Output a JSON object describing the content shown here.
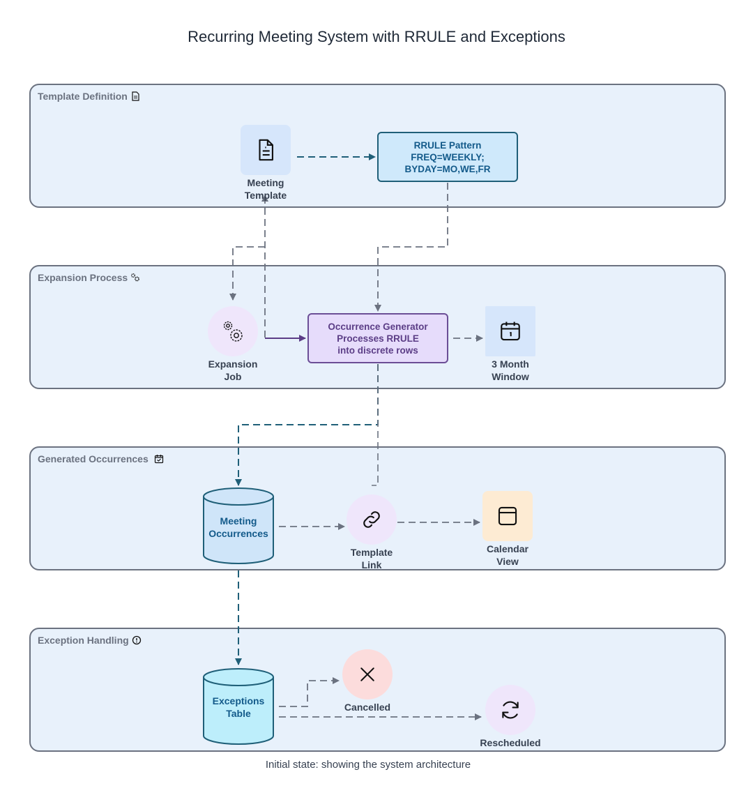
{
  "title": "Recurring Meeting System with RRULE and Exceptions",
  "caption": "Initial state: showing the system architecture",
  "groups": {
    "template": "Template Definition",
    "expansion": "Expansion Process",
    "occurrences": "Generated Occurrences",
    "exceptions": "Exception Handling"
  },
  "nodes": {
    "meeting_template": {
      "line1": "Meeting",
      "line2": "Template"
    },
    "rrule": {
      "line1": "RRULE Pattern",
      "line2": "FREQ=WEEKLY;",
      "line3": "BYDAY=MO,WE,FR"
    },
    "expansion_job": {
      "line1": "Expansion",
      "line2": "Job"
    },
    "generator": {
      "line1": "Occurrence Generator",
      "line2": "Processes RRULE",
      "line3": "into discrete rows"
    },
    "window": {
      "line1": "3 Month",
      "line2": "Window"
    },
    "meeting_occurrences": {
      "line1": "Meeting",
      "line2": "Occurrences"
    },
    "template_link": {
      "line1": "Template",
      "line2": "Link"
    },
    "calendar_view": {
      "line1": "Calendar",
      "line2": "View"
    },
    "exceptions_table": {
      "line1": "Exceptions",
      "line2": "Table"
    },
    "cancelled": {
      "line1": "Cancelled"
    },
    "rescheduled": {
      "line1": "Rescheduled"
    }
  },
  "icons": {
    "meeting_template": "document-icon",
    "expansion_job": "gears-icon",
    "window": "calendar-icon",
    "template_link": "link-icon",
    "calendar_view": "browser-window-icon",
    "cancelled": "x-icon",
    "rescheduled": "refresh-icon"
  },
  "colors": {
    "group_fill": "#e8f1fb",
    "rrule_fill": "#cfe9fb",
    "generator_fill": "#e6dcfb",
    "cylinder_blue": "#cfe5f9",
    "cylinder_cyan": "#bdeefb",
    "cancelled_fill": "#fcdcdc",
    "calendar_fill": "#fdebd3",
    "edge_dark": "#1f5f78",
    "edge_gray": "#6b7280"
  }
}
